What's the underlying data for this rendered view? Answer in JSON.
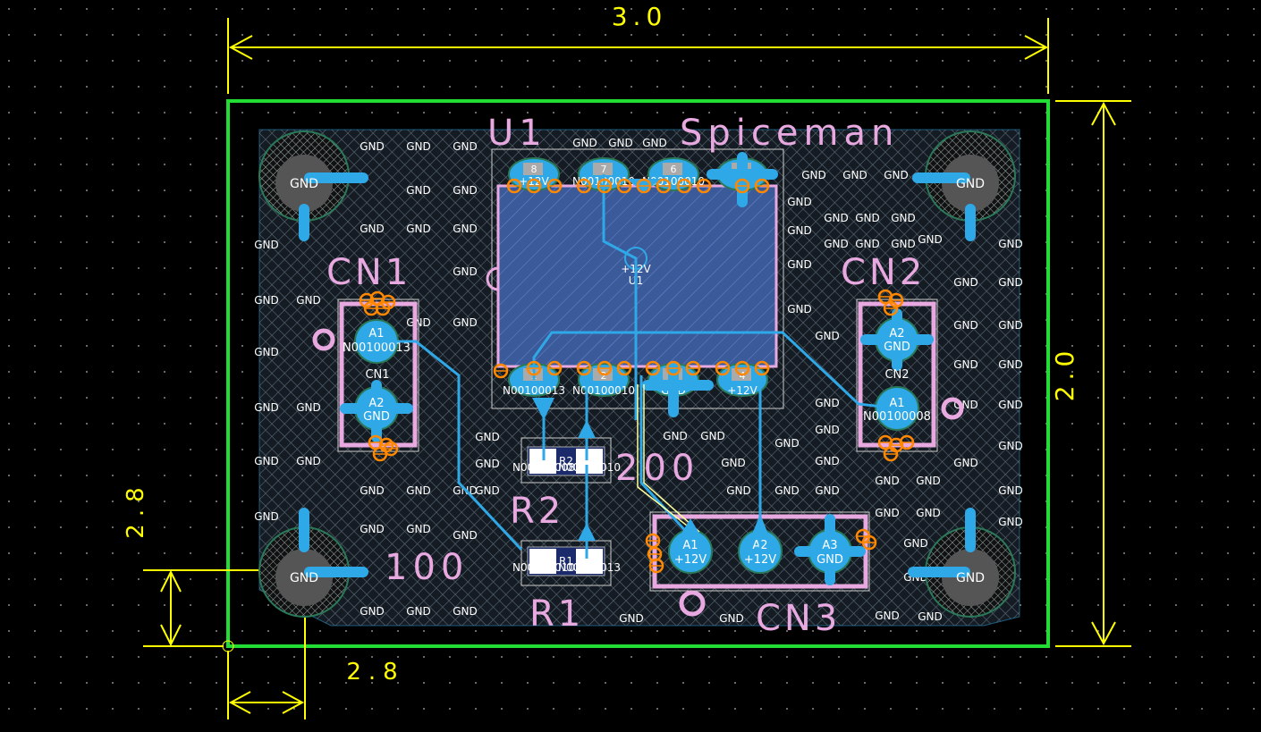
{
  "dimensions": {
    "width": "3.0",
    "height": "2.0",
    "hole_offset_y": "2.8",
    "hole_offset_x": "2.8"
  },
  "designators": {
    "u1": "U1",
    "title": "Spiceman",
    "cn1": "CN1",
    "cn2": "CN2",
    "cn3": "CN3",
    "r1": "R1",
    "r2": "R2",
    "r1_value": "100",
    "r2_value": "200"
  },
  "mounting_holes": [
    "GND",
    "GND",
    "GND",
    "GND"
  ],
  "u1_pads": [
    {
      "num": "8",
      "net": "+12V"
    },
    {
      "num": "7",
      "net": "N00100010"
    },
    {
      "num": "6",
      "net": "N00100010"
    },
    {
      "num": "5",
      "net": ""
    },
    {
      "num": "1",
      "net": "N00100013"
    },
    {
      "num": "2",
      "net": "N00100010"
    },
    {
      "num": "3",
      "net": "GND"
    },
    {
      "num": "4",
      "net": "+12V"
    }
  ],
  "u1_center_label": "+12V",
  "u1_center_name": "U1",
  "cn1_pads": [
    {
      "pin": "A1",
      "net": "N00100013"
    },
    {
      "pin": "A2",
      "net": "GND"
    }
  ],
  "cn1_mid": "CN1",
  "cn2_pads": [
    {
      "pin": "A2",
      "net": "GND"
    },
    {
      "pin": "A1",
      "net": "N00100008"
    }
  ],
  "cn2_mid": "CN2",
  "cn3_pads": [
    {
      "pin": "A1",
      "net": "+12V"
    },
    {
      "pin": "A2",
      "net": "+12V"
    },
    {
      "pin": "A3",
      "net": "GND"
    }
  ],
  "r1_pads": {
    "ref": "R1",
    "net": "N00100010",
    "net2": "N00100013"
  },
  "r2_pads": {
    "ref": "R2",
    "net": "N00100008",
    "net2": "N00100010"
  },
  "gnd_label": "GND",
  "colors": {
    "board_outline": "#22dd33",
    "dimension": "#ffff00",
    "silkscreen": "#e8a8e0",
    "copper": "#2fa8e8",
    "drc_marker": "#ff8800",
    "background": "#000000",
    "grid_dot": "#8a8a8a"
  }
}
